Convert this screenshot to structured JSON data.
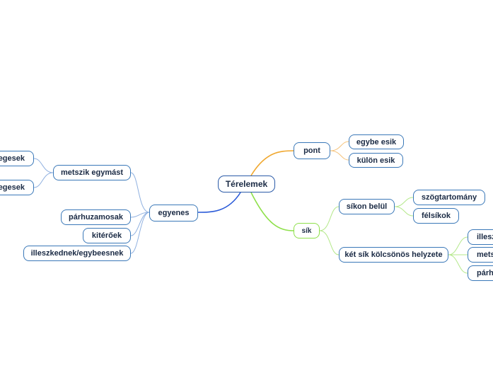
{
  "root": {
    "label": "Térelemek"
  },
  "branches": {
    "pont": {
      "label": "pont",
      "children": [
        "egybe esik",
        "külön esik"
      ]
    },
    "sik": {
      "label": "sík",
      "sikon_belul": {
        "label": "síkon belül",
        "children": [
          "szögtartomány",
          "félsíkok"
        ]
      },
      "ket_sik": {
        "label": "két sík kölcsönös helyzete",
        "children": [
          "illesz",
          "mets",
          "párh"
        ]
      }
    },
    "egyenes": {
      "label": "egyenes",
      "metszik": {
        "label": "metszik egymást",
        "children": [
          "egesek",
          "egesek"
        ]
      },
      "children": [
        "párhuzamosak",
        "kitérőek",
        "illeszkednek/egybeesnek"
      ]
    }
  },
  "colors": {
    "node_border": "#3a78b8",
    "root_border": "#2a5aa8",
    "pont_line": "#f0a830",
    "sik_line": "#8ee04a",
    "sik_sub_line": "#b4e88a",
    "egyenes_line": "#2a5ad8",
    "egyenes_sub_line": "#8fb0e0",
    "text": "#1a2a44"
  }
}
